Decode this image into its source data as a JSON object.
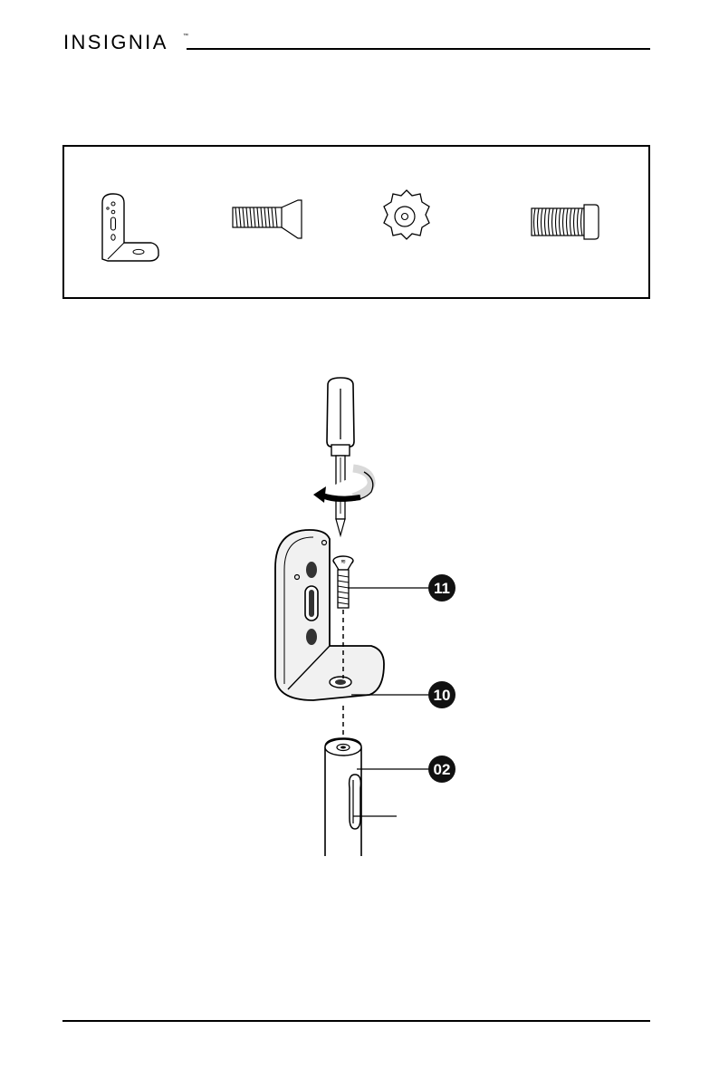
{
  "header": {
    "brand": "INSIGNIA",
    "trademark": "™"
  },
  "parts": [
    {
      "name": "l-bracket",
      "icon": "l-bracket-icon"
    },
    {
      "name": "flat-head-screw",
      "icon": "flat-head-screw-icon"
    },
    {
      "name": "star-knob",
      "icon": "star-knob-icon"
    },
    {
      "name": "bolt",
      "icon": "bolt-icon"
    }
  ],
  "callouts": {
    "screw": "11",
    "bracket": "10",
    "post": "02"
  }
}
